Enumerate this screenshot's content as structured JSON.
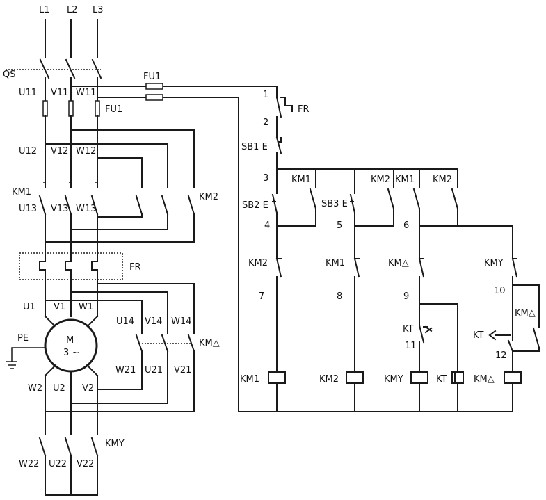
{
  "phases": {
    "l1": "L1",
    "l2": "L2",
    "l3": "L3"
  },
  "main_circuit": {
    "qs": "QS",
    "u11": "U11",
    "v11": "V11",
    "w11": "W11",
    "fu1_main": "FU1",
    "u12": "U12",
    "v12": "V12",
    "w12": "W12",
    "km1": "KM1",
    "km2": "KM2",
    "u13": "U13",
    "v13": "V13",
    "w13": "W13",
    "fr": "FR",
    "u1": "U1",
    "v1": "V1",
    "w1": "W1",
    "motor_m": "M",
    "motor_3": "3 ~",
    "pe": "PE",
    "u14": "U14",
    "v14": "V14",
    "w14": "W14",
    "km_delta": "KM△",
    "w21": "W21",
    "u21": "U21",
    "v21": "V21",
    "w2": "W2",
    "u2": "U2",
    "v2": "V2",
    "kmy": "KMY",
    "w22": "W22",
    "u22": "U22",
    "v22": "V22"
  },
  "control_circuit": {
    "fu1": "FU1",
    "n1": "1",
    "fr": "FR",
    "n2": "2",
    "sb1": "SB1 E",
    "n3": "3",
    "km1_top": "KM1",
    "km2_top": "KM2",
    "km1_top2": "KM1",
    "km2_top2": "KM2",
    "sb2": "SB2 E",
    "sb3": "SB3 E",
    "n4": "4",
    "n5": "5",
    "n6": "6",
    "km2_il": "KM2",
    "km1_il": "KM1",
    "kmd_il": "KM△",
    "kmy_il": "KMY",
    "n7": "7",
    "n8": "8",
    "n9": "9",
    "n10": "10",
    "kt_nc": "KT",
    "n11": "11",
    "km_delta_nc": "KM△",
    "kt_coil_contact": "KT",
    "n12": "12",
    "coil_km1": "KM1",
    "coil_km2": "KM2",
    "coil_kmy": "KMY",
    "coil_kt": "KT",
    "coil_kmd": "KM△"
  }
}
